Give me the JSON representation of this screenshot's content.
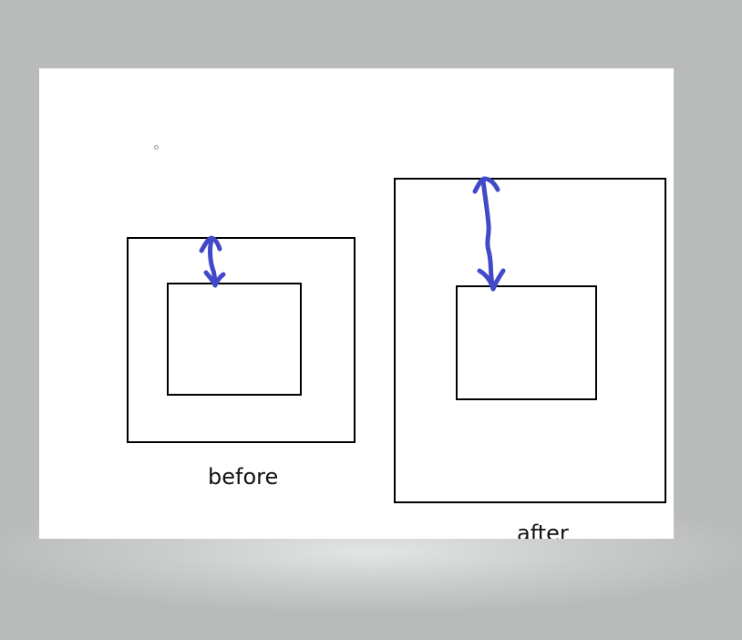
{
  "diagram": {
    "panels": [
      {
        "id": "before",
        "label": "before"
      },
      {
        "id": "after",
        "label": "after"
      }
    ],
    "colors": {
      "background": "#b9bbba",
      "canvas": "#ffffff",
      "box_stroke": "#000000",
      "arrow": "#4149c8"
    }
  }
}
